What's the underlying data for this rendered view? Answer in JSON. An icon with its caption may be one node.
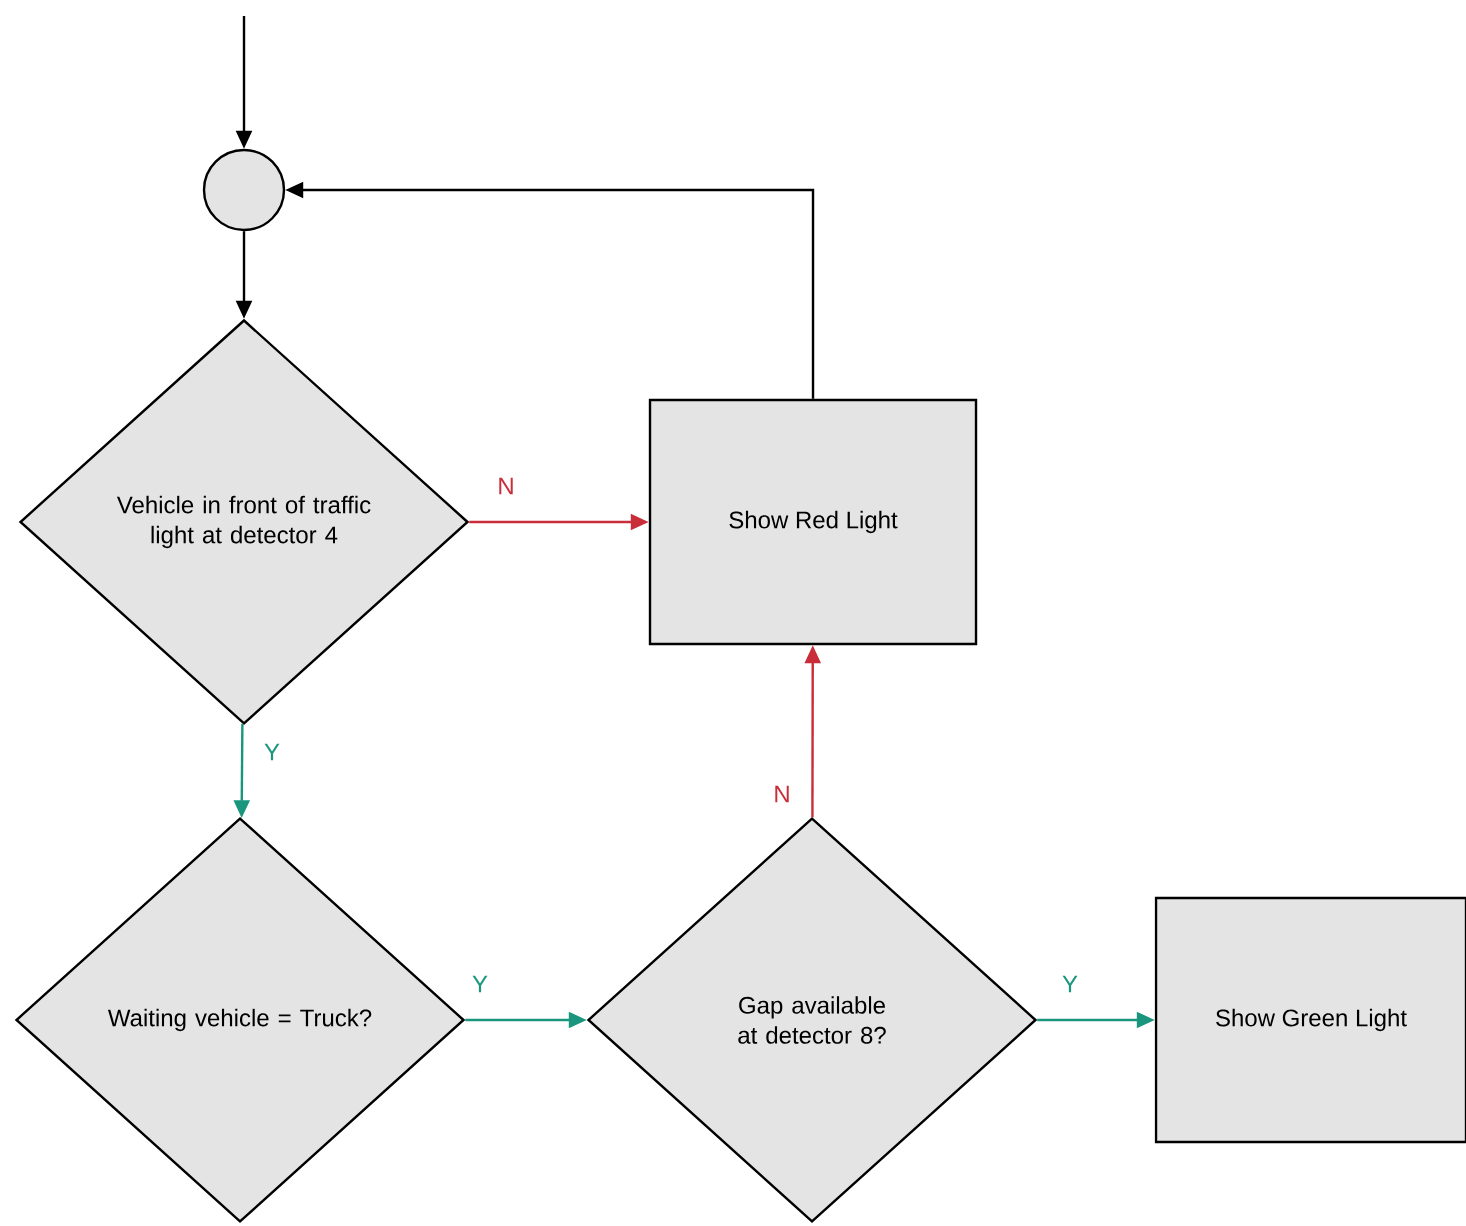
{
  "diagram": {
    "nodes": [
      {
        "text": [],
        "shape": "circle"
      },
      {
        "text": [
          "Vehicle in front of traffic light at detector 4"
        ]
      },
      {
        "text": [
          "Show Red Light"
        ]
      },
      {
        "text": [
          "Waiting vehicle = Truck?"
        ]
      },
      {
        "text": [
          "Gap available at detector 8?"
        ]
      },
      {
        "text": [
          "Show Green Light"
        ]
      }
    ],
    "edges": [
      {
        "from": null,
        "to": 0,
        "arrow": "to"
      },
      {
        "from": 0,
        "to": 1,
        "arrow": "to"
      },
      {
        "from": 1,
        "to": 2,
        "arrow": "to",
        "label": "N",
        "color": "#c92d39"
      },
      {
        "from": 1,
        "to": 3,
        "arrow": "to",
        "label": "Y",
        "color": "#19967d"
      },
      {
        "from": 3,
        "to": 4,
        "arrow": "to",
        "label": "Y",
        "color": "#19967d"
      },
      {
        "from": 4,
        "to": 2,
        "arrow": "to",
        "label": "N",
        "color": "#c92d39"
      },
      {
        "from": 4,
        "to": 5,
        "arrow": "to",
        "label": "Y",
        "color": "#19967d"
      },
      {
        "from": 2,
        "to": 0,
        "arrow": "to"
      }
    ]
  }
}
